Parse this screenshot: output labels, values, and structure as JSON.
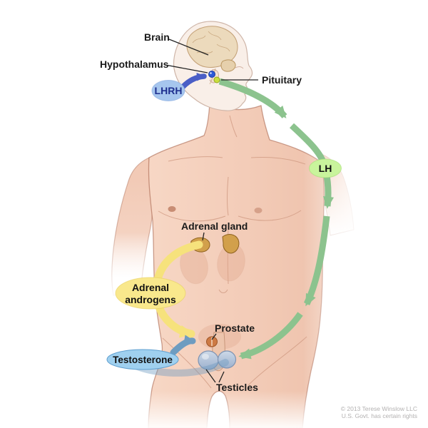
{
  "diagram": {
    "labels": {
      "brain": "Brain",
      "hypothalamus": "Hypothalamus",
      "pituitary": "Pituitary",
      "adrenal_gland": "Adrenal gland",
      "prostate": "Prostate",
      "testicles": "Testicles"
    },
    "pills": {
      "lhrh": {
        "label": "LHRH",
        "fill": "#a6c6ee",
        "text_color": "#1e2f8f"
      },
      "lh": {
        "label": "LH",
        "fill": "#c9f49c",
        "text_color": "#111111"
      },
      "adrenal_androgens": {
        "line1": "Adrenal",
        "line2": "androgens",
        "fill": "#f9e88c",
        "text_color": "#111111"
      },
      "testosterone": {
        "label": "Testosterone",
        "fill": "#9fd0ef",
        "text_color": "#111111"
      }
    },
    "arrow_colors": {
      "lhrh_to_pituitary": "#4a5ec6",
      "lh_pathway": "#8cc38e",
      "adrenal_androgen_pathway": "#f6e27c",
      "testosterone_pathway": "#6e9cc0"
    },
    "credit": {
      "line1": "© 2013 Terese Winslow LLC",
      "line2": "U.S. Govt. has certain rights"
    }
  }
}
